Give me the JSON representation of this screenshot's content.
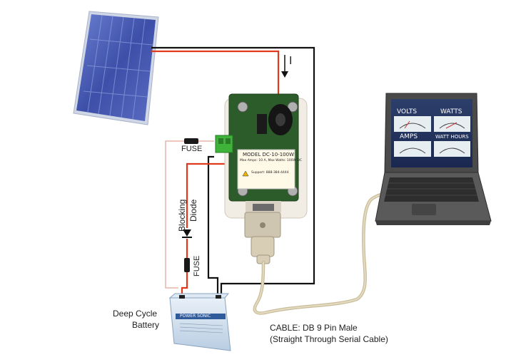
{
  "labels": {
    "current": "I",
    "fuse_top": "FUSE",
    "fuse_bottom": "FUSE",
    "blocking": "Blocking",
    "diode": "Diode",
    "battery_line1": "Deep Cycle",
    "battery_line2": "Battery",
    "cable_line1": "CABLE: DB 9 Pin Male",
    "cable_line2": "(Straight Through Serial Cable)"
  },
  "device_label": {
    "model": "MODEL DC-10-100W",
    "spec": "Max Amps: 10 A, Max Watts: 100W DC",
    "support": "Support: 888-384-4444"
  },
  "laptop_screen": {
    "panels": [
      "VOLTS",
      "WATTS",
      "AMPS",
      "WATT HOURS"
    ]
  },
  "battery_brand": "POWER SONIC",
  "colors": {
    "positive_wire": "#e03a1e",
    "negative_wire": "#111111",
    "serial_cable": "#d8ceb0"
  }
}
